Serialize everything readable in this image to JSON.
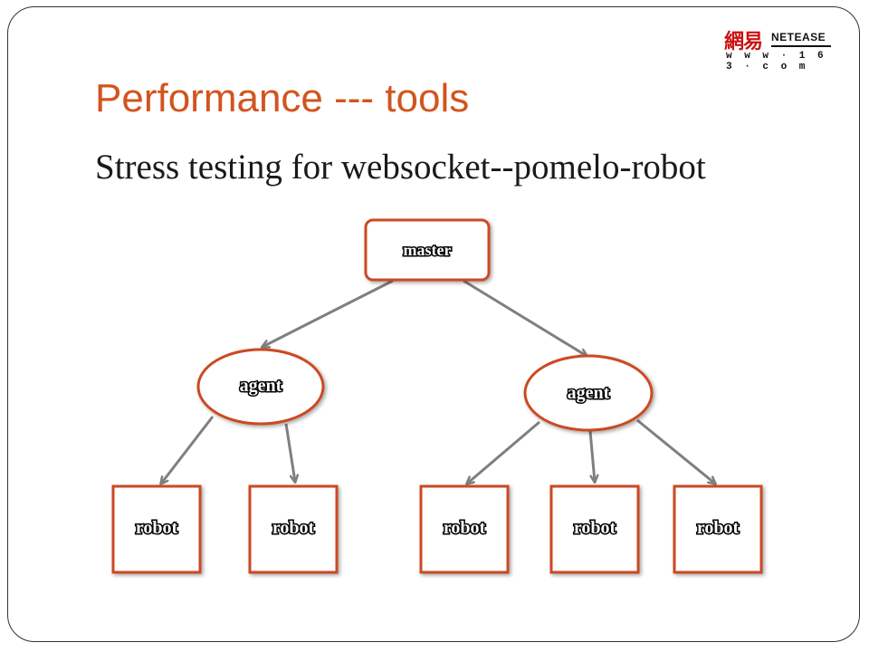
{
  "logo": {
    "chinese": "網易",
    "brand": "NETEASE",
    "url": "w w w · 1 6 3 · c o m"
  },
  "slide": {
    "title": "Performance --- tools",
    "subtitle": "Stress testing for websocket--pomelo-robot"
  },
  "diagram": {
    "master": "master",
    "agents": [
      "agent",
      "agent"
    ],
    "robots": [
      "robot",
      "robot",
      "robot",
      "robot",
      "robot"
    ]
  },
  "colors": {
    "title": "#d2541e",
    "node_border": "#cc4a22",
    "edge": "#7f7f7f"
  }
}
